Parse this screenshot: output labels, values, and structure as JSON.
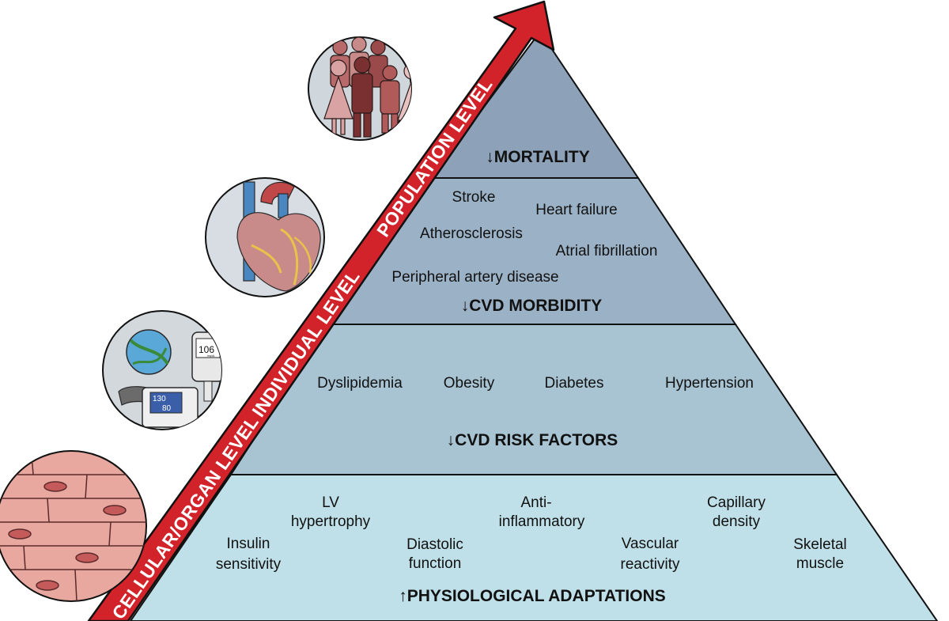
{
  "arrow": {
    "labels": [
      "CELLULAR/ORGAN LEVEL",
      "INDIVIDUAL LEVEL",
      "POPULATION LEVEL"
    ]
  },
  "levels": [
    {
      "heading": "MORTALITY",
      "direction": "down",
      "items": [],
      "color": "#8da2b8"
    },
    {
      "heading": "CVD MORBIDITY",
      "direction": "down",
      "items": [
        "Stroke",
        "Heart failure",
        "Atherosclerosis",
        "Atrial fibrillation",
        "Peripheral artery disease"
      ],
      "color": "#9bb2c6"
    },
    {
      "heading": "CVD RISK FACTORS",
      "direction": "down",
      "items": [
        "Dyslipidemia",
        "Obesity",
        "Diabetes",
        "Hypertension"
      ],
      "color": "#a8c4d3"
    },
    {
      "heading": "PHYSIOLOGICAL ADAPTATIONS",
      "direction": "up",
      "items": [
        [
          "Insulin",
          "sensitivity"
        ],
        [
          "LV",
          "hypertrophy"
        ],
        [
          "Diastolic",
          "function"
        ],
        [
          "Anti-",
          "inflammatory"
        ],
        [
          "Vascular",
          "reactivity"
        ],
        [
          "Capillary",
          "density"
        ],
        [
          "Skeletal",
          "muscle"
        ]
      ],
      "color": "#bfe0e8"
    }
  ],
  "icons": {
    "population": "people-group-icon",
    "heart": "heart-icon",
    "risk": "risk-measurement-icon",
    "cells": "muscle-cells-icon"
  },
  "glucometer_reading": "106",
  "glucometer_unit": "mg/dL",
  "bp_systolic": "130",
  "bp_diastolic": "80",
  "arrow_color": "#d2232a"
}
